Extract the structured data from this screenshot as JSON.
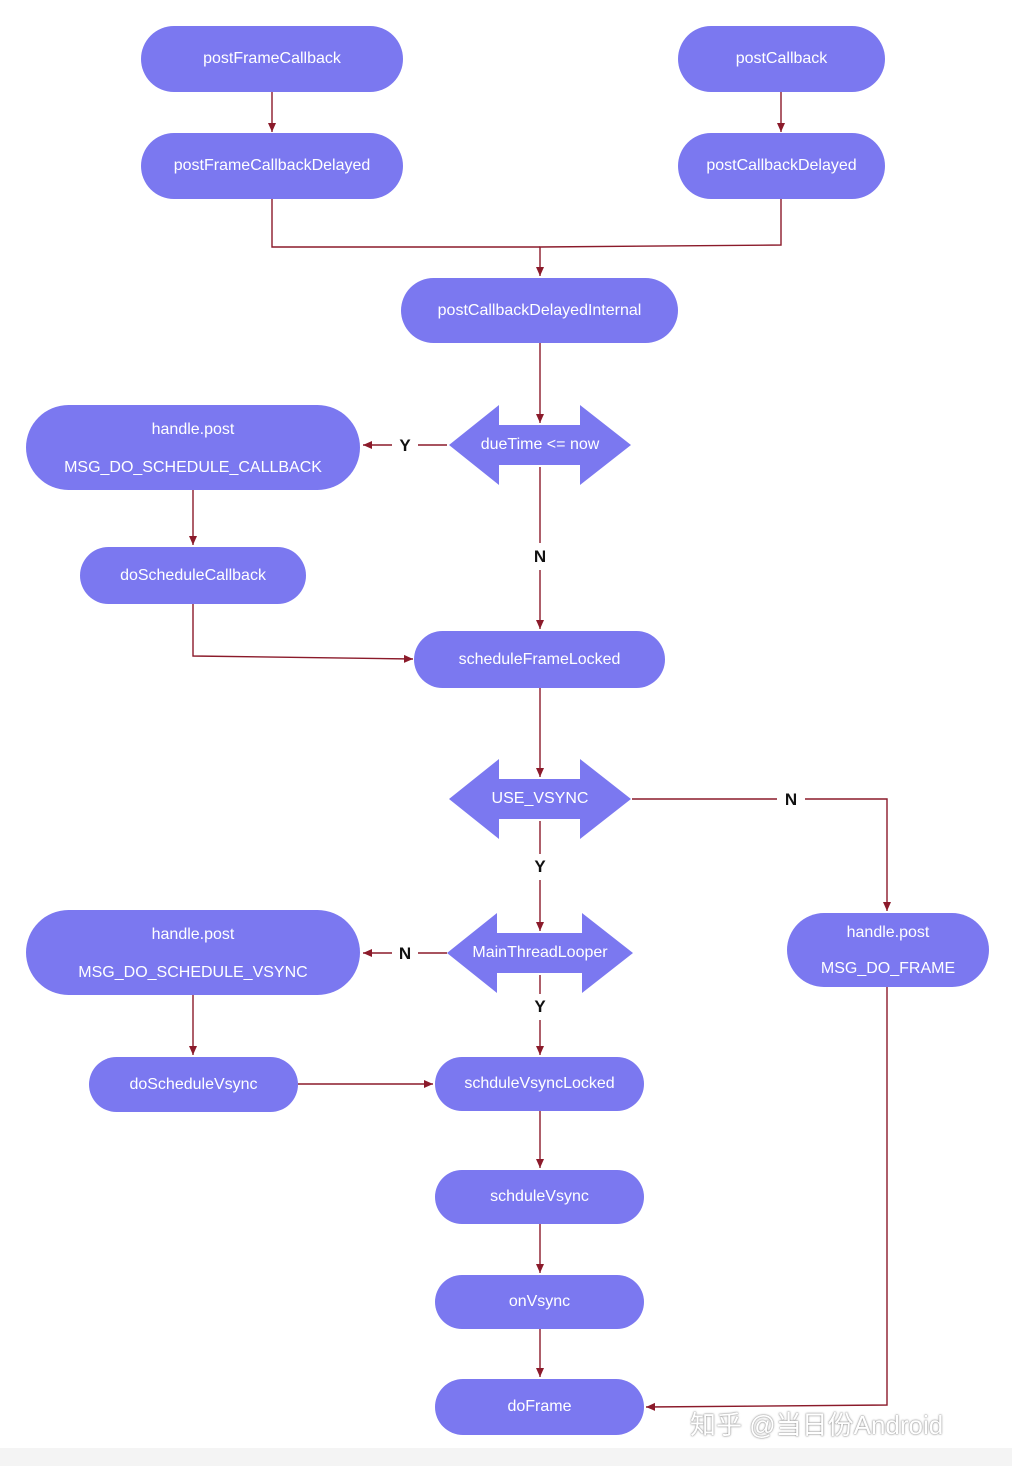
{
  "nodes": {
    "post_frame_callback": "postFrameCallback",
    "post_callback": "postCallback",
    "post_frame_callback_delayed": "postFrameCallbackDelayed",
    "post_callback_delayed": "postCallbackDelayed",
    "post_callback_delayed_internal": "postCallbackDelayedInternal",
    "handle_post_callback": [
      "handle.post",
      "MSG_DO_SCHEDULE_CALLBACK"
    ],
    "due_time": "dueTime <= now",
    "do_schedule_callback": "doScheduleCallback",
    "schedule_frame_locked": "scheduleFrameLocked",
    "use_vsync": "USE_VSYNC",
    "handle_post_vsync": [
      "handle.post",
      "MSG_DO_SCHEDULE_VSYNC"
    ],
    "main_thread_looper": "MainThreadLooper",
    "handle_post_frame": [
      "handle.post",
      "MSG_DO_FRAME"
    ],
    "do_schedule_vsync": "doScheduleVsync",
    "schdule_vsync_locked": "schduleVsyncLocked",
    "schdule_vsync": "schduleVsync",
    "on_vsync": "onVsync",
    "do_frame": "doFrame"
  },
  "edge_labels": {
    "due_time_yes": "Y",
    "due_time_no": "N",
    "use_vsync_no": "N",
    "use_vsync_yes": "Y",
    "looper_no": "N",
    "looper_yes": "Y"
  },
  "watermark": "知乎 @当日份Android",
  "colors": {
    "node_fill": "#7b78f0",
    "node_text": "#ffffff",
    "connector": "#8b1a2a",
    "label_text": "#111111"
  }
}
